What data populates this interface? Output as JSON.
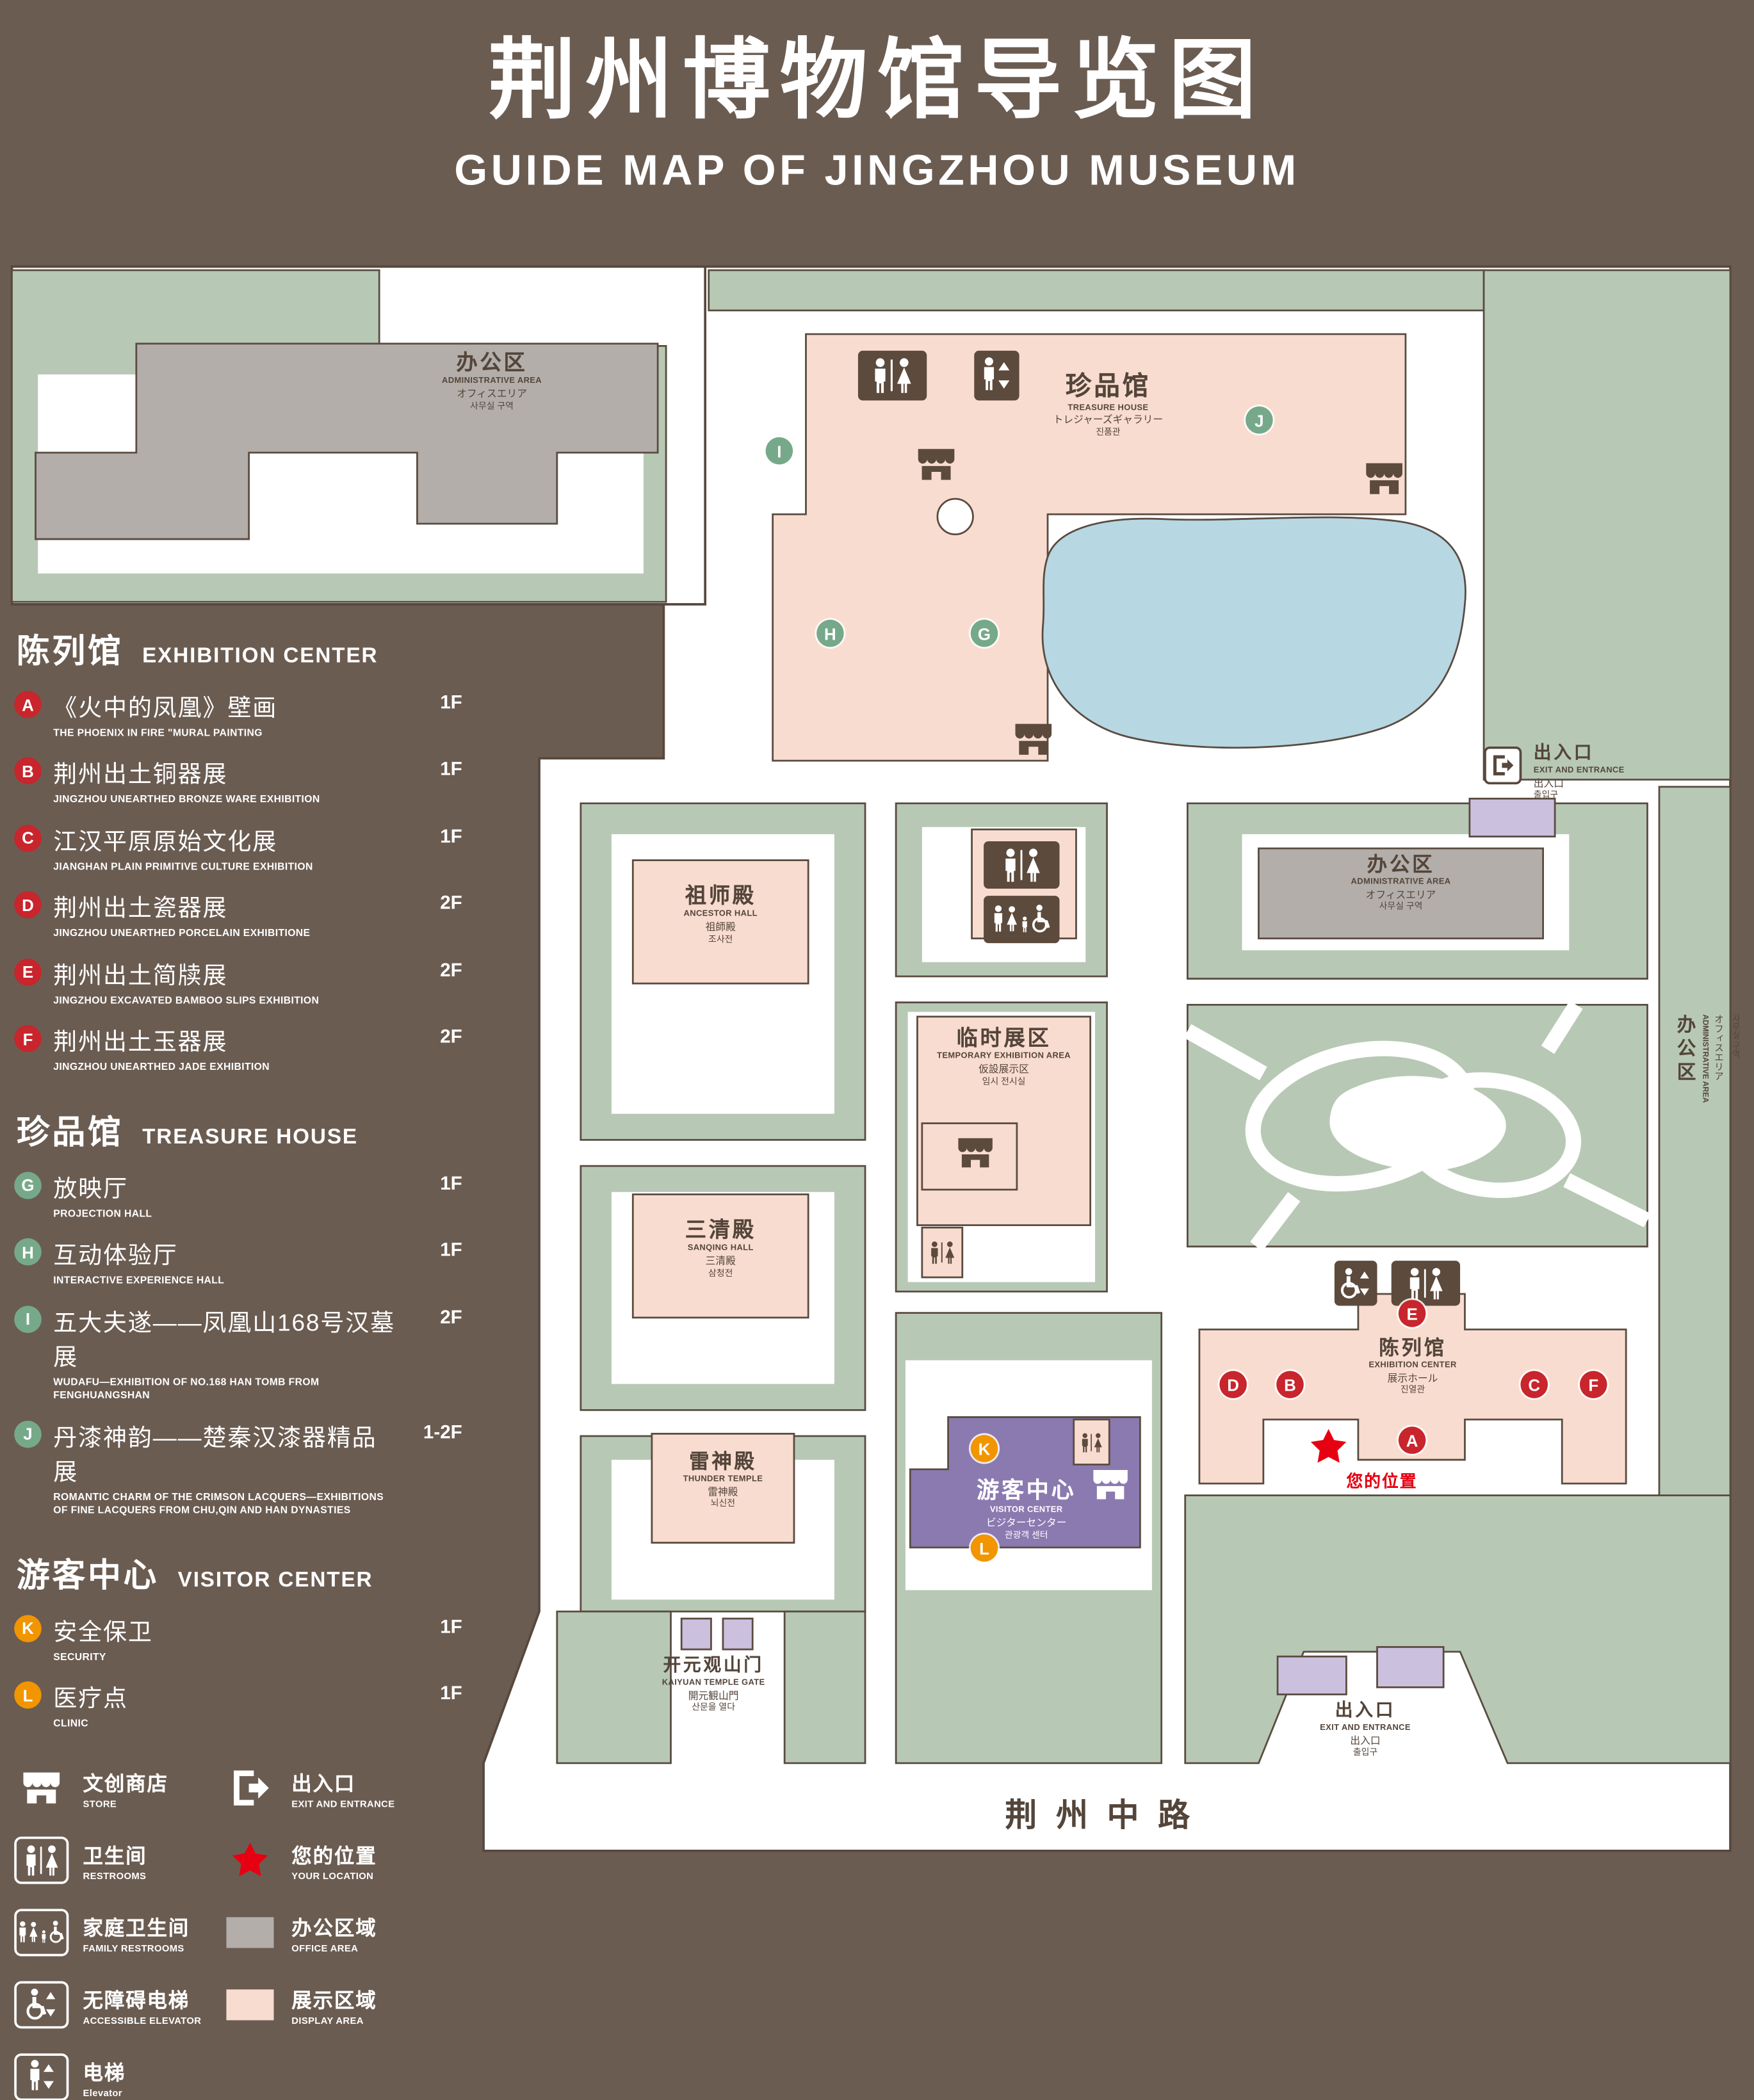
{
  "title": {
    "cn": "荆州博物馆导览图",
    "en": "GUIDE MAP OF JINGZHOU MUSEUM"
  },
  "legend": {
    "sections": [
      {
        "cn": "陈列馆",
        "en": "EXHIBITION CENTER",
        "items": [
          {
            "letter": "A",
            "cn": "《火中的凤凰》壁画",
            "en": "THE PHOENIX IN FIRE \"MURAL PAINTING",
            "floor": "1F"
          },
          {
            "letter": "B",
            "cn": "荆州出土铜器展",
            "en": "JINGZHOU UNEARTHED BRONZE WARE EXHIBITION",
            "floor": "1F"
          },
          {
            "letter": "C",
            "cn": "江汉平原原始文化展",
            "en": "JIANGHAN PLAIN PRIMITIVE CULTURE EXHIBITION",
            "floor": "1F"
          },
          {
            "letter": "D",
            "cn": "荆州出土瓷器展",
            "en": "JINGZHOU UNEARTHED PORCELAIN EXHIBITIONE",
            "floor": "2F"
          },
          {
            "letter": "E",
            "cn": "荆州出土简牍展",
            "en": "JINGZHOU EXCAVATED BAMBOO SLIPS EXHIBITION",
            "floor": "2F"
          },
          {
            "letter": "F",
            "cn": "荆州出土玉器展",
            "en": "JINGZHOU UNEARTHED JADE EXHIBITION",
            "floor": "2F"
          }
        ]
      },
      {
        "cn": "珍品馆",
        "en": "TREASURE HOUSE",
        "items": [
          {
            "letter": "G",
            "cn": "放映厅",
            "en": "PROJECTION HALL",
            "floor": "1F"
          },
          {
            "letter": "H",
            "cn": "互动体验厅",
            "en": "INTERACTIVE EXPERIENCE HALL",
            "floor": "1F"
          },
          {
            "letter": "I",
            "cn": "五大夫遂——凤凰山168号汉墓展",
            "en": "WUDAFU—EXHIBITION OF NO.168 HAN TOMB FROM FENGHUANGSHAN",
            "floor": "2F"
          },
          {
            "letter": "J",
            "cn": "丹漆神韵——楚秦汉漆器精品展",
            "en": "ROMANTIC CHARM OF THE CRIMSON LACQUERS—EXHIBITIONS OF FINE LACQUERS FROM CHU,QIN AND HAN DYNASTIES",
            "floor": "1-2F"
          }
        ]
      },
      {
        "cn": "游客中心",
        "en": "VISITOR CENTER",
        "items": [
          {
            "letter": "K",
            "cn": "安全保卫",
            "en": "SECURITY",
            "floor": "1F"
          },
          {
            "letter": "L",
            "cn": "医疗点",
            "en": "CLINIC",
            "floor": "1F"
          }
        ]
      }
    ],
    "icons": [
      {
        "key": "store",
        "cn": "文创商店",
        "en": "STORE"
      },
      {
        "key": "exit",
        "cn": "出入口",
        "en": "EXIT AND ENTRANCE"
      },
      {
        "key": "restrooms",
        "cn": "卫生间",
        "en": "RESTROOMS"
      },
      {
        "key": "location",
        "cn": "您的位置",
        "en": "YOUR LOCATION"
      },
      {
        "key": "family",
        "cn": "家庭卫生间",
        "en": "FAMILY RESTROOMS"
      },
      {
        "key": "office",
        "cn": "办公区域",
        "en": "OFFICE AREA"
      },
      {
        "key": "accessible",
        "cn": "无障碍电梯",
        "en": "ACCESSIBLE ELEVATOR"
      },
      {
        "key": "display",
        "cn": "展示区域",
        "en": "DISPLAY AREA"
      },
      {
        "key": "elevator",
        "cn": "电梯",
        "en": "Elevator"
      }
    ]
  },
  "map": {
    "labels": {
      "admin": {
        "cn": "办公区",
        "en": "ADMINISTRATIVE AREA",
        "jp": "オフィスエリア",
        "kr": "사무실 구역"
      },
      "treasure": {
        "cn": "珍品馆",
        "en": "TREASURE HOUSE",
        "jp": "トレジャーズギャラリー",
        "kr": "진품관"
      },
      "ancestor": {
        "cn": "祖师殿",
        "en": "ANCESTOR HALL",
        "jp": "祖師殿",
        "kr": "조사전"
      },
      "sanqing": {
        "cn": "三清殿",
        "en": "SANQING HALL",
        "jp": "三清殿",
        "kr": "삼청전"
      },
      "thunder": {
        "cn": "雷神殿",
        "en": "THUNDER TEMPLE",
        "jp": "雷神殿",
        "kr": "뇌신전"
      },
      "temporary": {
        "cn": "临时展区",
        "en": "TEMPORARY EXHIBITION AREA",
        "jp": "仮設展示区",
        "kr": "임시 전시실"
      },
      "exhibition": {
        "cn": "陈列馆",
        "en": "EXHIBITION CENTER",
        "jp": "展示ホール",
        "kr": "진열관"
      },
      "visitor": {
        "cn": "游客中心",
        "en": "VISITOR CENTER",
        "jp": "ビジターセンター",
        "kr": "관광객 센터"
      },
      "gate": {
        "cn": "开元观山门",
        "en": "KAIYUAN TEMPLE GATE",
        "jp": "開元観山門",
        "kr": "산문을 열다"
      },
      "exit": {
        "cn": "出入口",
        "en": "EXIT AND ENTRANCE",
        "jp": "出入口",
        "kr": "출입구"
      },
      "road": {
        "cn": "荆州中路"
      },
      "your_location": {
        "cn": "您的位置"
      }
    },
    "markers": [
      {
        "letter": "I",
        "color": "green"
      },
      {
        "letter": "J",
        "color": "green"
      },
      {
        "letter": "H",
        "color": "green"
      },
      {
        "letter": "G",
        "color": "green"
      },
      {
        "letter": "E",
        "color": "red"
      },
      {
        "letter": "D",
        "color": "red"
      },
      {
        "letter": "B",
        "color": "red"
      },
      {
        "letter": "C",
        "color": "red"
      },
      {
        "letter": "F",
        "color": "red"
      },
      {
        "letter": "A",
        "color": "red"
      },
      {
        "letter": "K",
        "color": "orange"
      },
      {
        "letter": "L",
        "color": "orange"
      }
    ]
  },
  "colors": {
    "bg": "#6b5c52",
    "green": "#b7c9b4",
    "pink": "#f9dcd0",
    "gray": "#b3aeaa",
    "blue": "#b7d7e3",
    "purple": "#8b7ab0",
    "light-purple": "#cbc0de",
    "dark": "#54453a",
    "marker-red": "#c8252c",
    "marker-green": "#76a98a",
    "marker-orange": "#f19500",
    "star-red": "#e60012"
  }
}
